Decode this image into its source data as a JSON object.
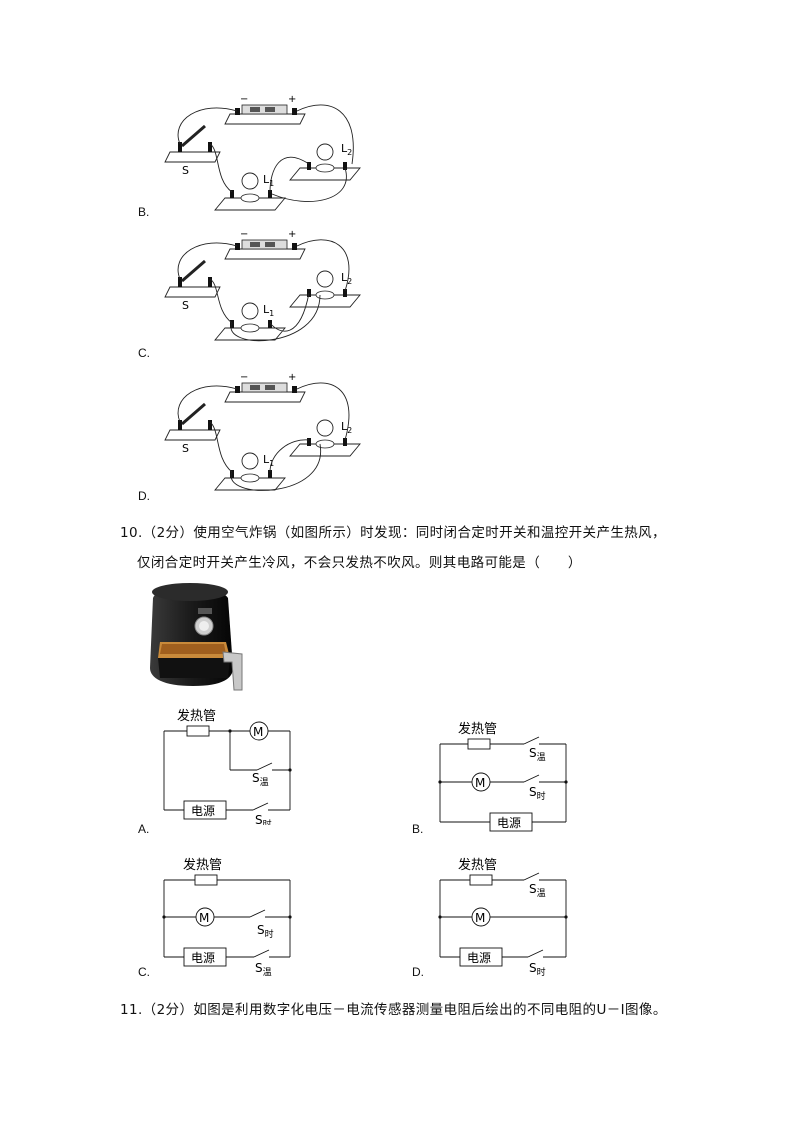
{
  "q9": {
    "options": [
      {
        "letter": "B.",
        "switch_label": "S",
        "lamp1": "L",
        "lamp1_sub": "1",
        "lamp2": "L",
        "lamp2_sub": "2",
        "neg": "−",
        "pos": "+"
      },
      {
        "letter": "C.",
        "switch_label": "S",
        "lamp1": "L",
        "lamp1_sub": "1",
        "lamp2": "L",
        "lamp2_sub": "2",
        "neg": "−",
        "pos": "+"
      },
      {
        "letter": "D.",
        "switch_label": "S",
        "lamp1": "L",
        "lamp1_sub": "1",
        "lamp2": "L",
        "lamp2_sub": "2",
        "neg": "−",
        "pos": "+"
      }
    ]
  },
  "q10": {
    "line1": "10.（2分）使用空气炸锅（如图所示）时发现：同时闭合定时开关和温控开关产生热风，",
    "line2": "仅闭合定时开关产生冷风，不会只发热不吹风。则其电路可能是（　　）",
    "options": [
      {
        "letter": "A.",
        "heater": "发热管",
        "motor": "M",
        "power": "电源",
        "s_temp": "S",
        "s_temp_sub": "温",
        "s_timer": "S",
        "s_timer_sub": "时"
      },
      {
        "letter": "B.",
        "heater": "发热管",
        "motor": "M",
        "power": "电源",
        "s_temp": "S",
        "s_temp_sub": "温",
        "s_timer": "S",
        "s_timer_sub": "时"
      },
      {
        "letter": "C.",
        "heater": "发热管",
        "motor": "M",
        "power": "电源",
        "s_temp": "S",
        "s_temp_sub": "温",
        "s_timer": "S",
        "s_timer_sub": "时"
      },
      {
        "letter": "D.",
        "heater": "发热管",
        "motor": "M",
        "power": "电源",
        "s_temp": "S",
        "s_temp_sub": "温",
        "s_timer": "S",
        "s_timer_sub": "时"
      }
    ]
  },
  "q11": {
    "line1": "11.（2分）如图是利用数字化电压－电流传感器测量电阻后绘出的不同电阻的U－I图像。"
  }
}
